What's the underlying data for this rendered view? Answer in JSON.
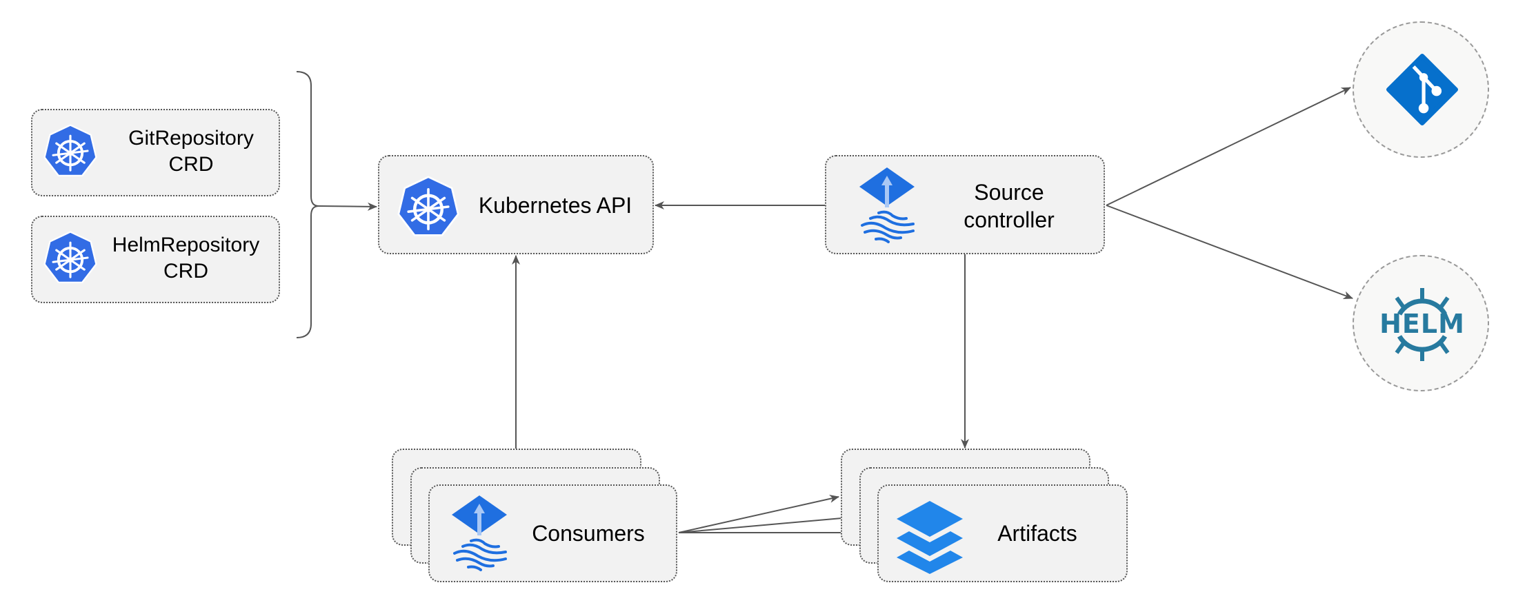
{
  "nodes": {
    "git_repository": {
      "line1": "GitRepository",
      "line2": "CRD"
    },
    "helm_repository": {
      "line1": "HelmRepository",
      "line2": "CRD"
    },
    "kubernetes_api": {
      "label": "Kubernetes API"
    },
    "source_controller": {
      "line1": "Source",
      "line2": "controller"
    },
    "consumers": {
      "label": "Consumers"
    },
    "artifacts": {
      "label": "Artifacts"
    },
    "git": {
      "logo": "git-logo"
    },
    "helm": {
      "logo_text": "HELM"
    }
  },
  "colors": {
    "kubernetes_blue": "#326ce5",
    "flux_blue": "#1f6fe0",
    "git_blue": "#0670cc",
    "helm_teal": "#277a9f",
    "artifacts_blue": "#2186ea",
    "box_fill": "#f2f2f2",
    "arrow": "#555555"
  }
}
